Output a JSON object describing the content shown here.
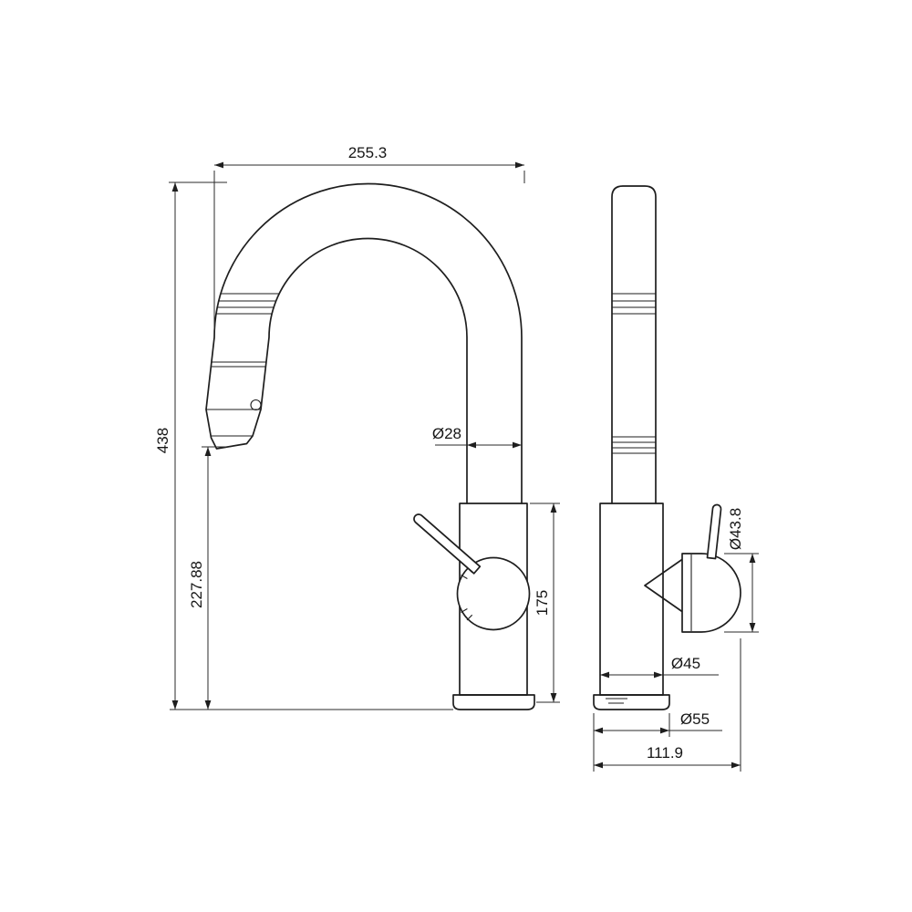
{
  "page": {
    "background": "#ffffff",
    "line_color": "#1e1e1e"
  },
  "drawing": {
    "type": "technical-drawing",
    "subject": "pull-down kitchen faucet, front and side orthographic views"
  },
  "dimensions": {
    "spout_reach": "255.3",
    "overall_height": "438",
    "outlet_height": "227.88",
    "spout_tube_diameter": "Ø28",
    "body_height": "175",
    "handle_diameter": "Ø43.8",
    "body_diameter": "Ø45",
    "base_diameter": "Ø55",
    "overall_depth": "111.9"
  }
}
